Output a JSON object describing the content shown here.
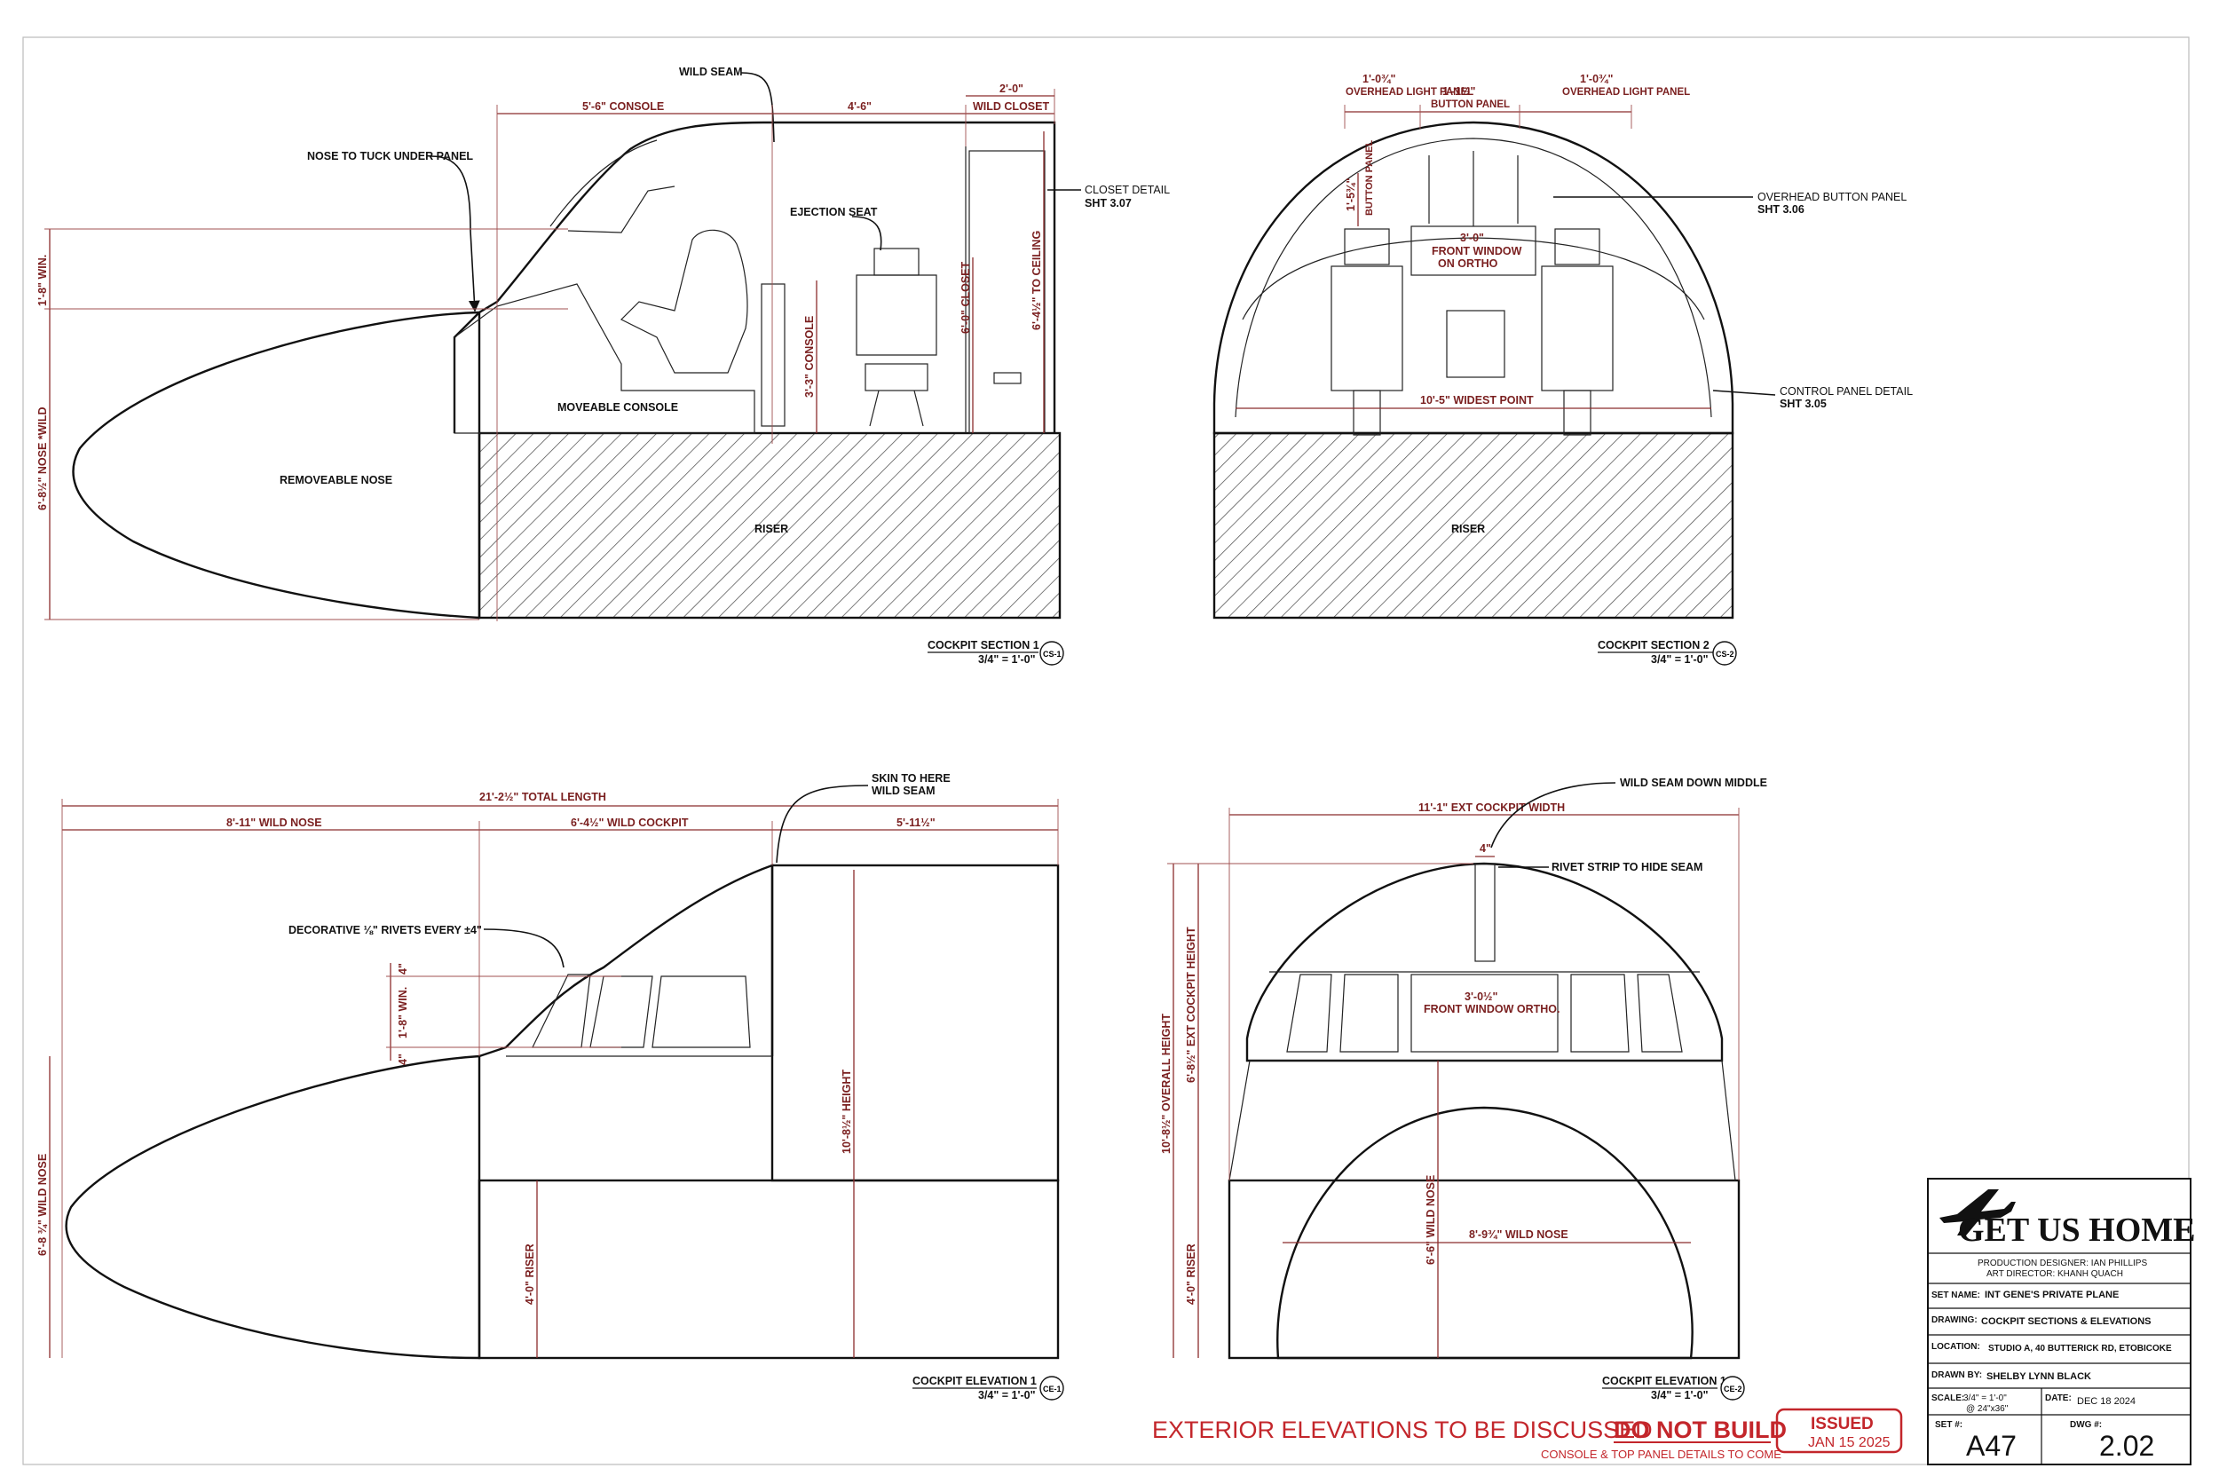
{
  "section1": {
    "labels": {
      "nose_tuck": "NOSE TO TUCK UNDER PANEL",
      "wild_seam": "WILD SEAM",
      "ejection_seat": "EJECTION SEAT",
      "closet_detail": "CLOSET DETAIL",
      "closet_sht": "SHT 3.07",
      "moveable_console": "MOVEABLE CONSOLE",
      "removeable_nose": "REMOVEABLE NOSE",
      "riser": "RISER"
    },
    "dims": {
      "console": "5'-6\" CONSOLE",
      "mid": "4'-6\"",
      "closet_w": "2'-0\"",
      "wild_closet": "WILD CLOSET",
      "win": "1'-8\" WIN.",
      "nose_wild": "6'-8½\" NOSE *WILD",
      "console_h": "3'-3\" CONSOLE",
      "closet_h": "6'-0\" CLOSET",
      "to_ceiling": "6'-4½\" TO CEILING"
    },
    "title": "COCKPIT SECTION 1",
    "scale": "3/4\" = 1'-0\"",
    "tag": "CS-1"
  },
  "section2": {
    "labels": {
      "overhead_light_l": "OVERHEAD LIGHT PANEL",
      "button_panel": "BUTTON PANEL",
      "overhead_light_r": "OVERHEAD LIGHT PANEL",
      "button_panel_side": "BUTTON PANEL",
      "overhead_button": "OVERHEAD BUTTON PANEL",
      "overhead_sht": "SHT 3.06",
      "control_panel": "CONTROL PANEL DETAIL",
      "control_sht": "SHT 3.05",
      "riser": "RISER"
    },
    "dims": {
      "ol_l": "1'-0¾\"",
      "bp": "1'-1½\"",
      "ol_r": "1'-0¾\"",
      "bp_side": "1'-5¾\"",
      "front_w": "3'-0\"",
      "front_window": "FRONT WINDOW",
      "on_ortho": "ON ORTHO",
      "widest": "10'-5\" WIDEST POINT"
    },
    "title": "COCKPIT SECTION 2",
    "scale": "3/4\" = 1'-0\"",
    "tag": "CS-2"
  },
  "elevation1": {
    "labels": {
      "skin": "SKIN TO HERE",
      "wild_seam": "WILD SEAM",
      "rivets": "DECORATIVE ⅛\" RIVETS EVERY ±4\""
    },
    "dims": {
      "total": "21'-2½\" TOTAL LENGTH",
      "wild_nose": "8'-11\" WILD NOSE",
      "wild_cockpit": "6'-4½\" WILD COCKPIT",
      "tail": "5'-11½\"",
      "four_top": "4\"",
      "win": "1'-8\" WIN.",
      "four_bot": "4\"",
      "wild_nose_v": "6'-8 ¾\" WILD NOSE",
      "height": "10'-8½\" HEIGHT",
      "riser": "4'-0\" RISER"
    },
    "title": "COCKPIT ELEVATION 1",
    "scale": "3/4\" = 1'-0\"",
    "tag": "CE-1"
  },
  "elevation2": {
    "labels": {
      "seam_middle": "WILD SEAM DOWN MIDDLE",
      "rivet_strip": "RIVET STRIP TO HIDE SEAM"
    },
    "dims": {
      "ext_width": "11'-1\" EXT COCKPIT WIDTH",
      "strip": "4\"",
      "front_w": "3'-0½\"",
      "front_ortho": "FRONT WINDOW ORTHO.",
      "overall": "10'-8½\" OVERALL HEIGHT",
      "ext_height": "6'-8½\" EXT COCKPIT HEIGHT",
      "riser": "4'-0\" RISER",
      "wild_nose_v": "6'-6\" WILD NOSE",
      "wild_nose_h": "8'-9¾\" WILD NOSE"
    },
    "title": "COCKPIT ELEVATION 1",
    "scale": "3/4\" = 1'-0\"",
    "tag": "CE-2"
  },
  "notes": {
    "warning": "EXTERIOR ELEVATIONS TO BE DISCUSSED",
    "do_not_build": "DO NOT BUILD",
    "sub": "CONSOLE & TOP PANEL  DETAILS TO COME",
    "issued": "ISSUED",
    "issued_date": "JAN 15 2025"
  },
  "title_block": {
    "logo": "GET US HOME",
    "production_designer": "PRODUCTION DESIGNER: IAN PHILLIPS",
    "art_director": "ART DIRECTOR:  KHANH QUACH",
    "set_name_label": "SET NAME:",
    "set_name": "INT GENE'S PRIVATE PLANE",
    "drawing_label": "DRAWING:",
    "drawing": "COCKPIT SECTIONS & ELEVATIONS",
    "location_label": "LOCATION:",
    "location": "STUDIO A, 40 BUTTERICK RD, ETOBICOKE",
    "drawn_by_label": "DRAWN BY:",
    "drawn_by": "SHELBY LYNN BLACK",
    "scale_label": "SCALE:",
    "scale": "3/4\" = 1'-0\"",
    "scale_paper": "@ 24\"x36\"",
    "date_label": "DATE:",
    "date": "DEC 18 2024",
    "set_no_label": "SET #:",
    "set_no": "A47",
    "dwg_no_label": "DWG #:",
    "dwg_no": "2.02"
  }
}
